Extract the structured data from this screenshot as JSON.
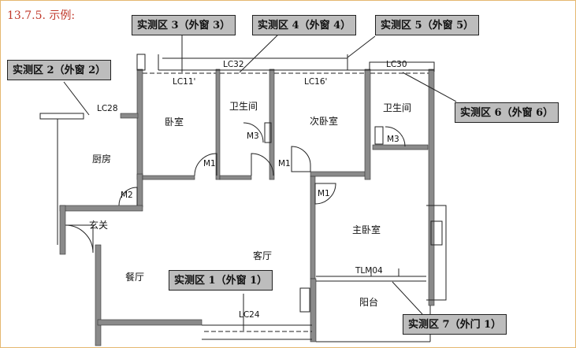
{
  "heading": "13.7.5. 示例:",
  "rooms": {
    "bedroom": "卧室",
    "bath1": "卫生间",
    "second_bedroom": "次卧室",
    "bath2": "卫生间",
    "kitchen": "厨房",
    "entrance": "玄关",
    "living": "客厅",
    "dining": "餐厅",
    "master_bedroom": "主卧室",
    "balcony": "阳台"
  },
  "codes": {
    "lc28": "LC28",
    "lc11": "LC11'",
    "lc32": "LC32",
    "lc16": "LC16'",
    "lc30": "LC30",
    "lc24": "LC24",
    "tlm04": "TLM04",
    "m1_a": "M1",
    "m1_b": "M1",
    "m1_c": "M1",
    "m2": "M2",
    "m3_a": "M3",
    "m3_b": "M3"
  },
  "callouts": {
    "zone1": "实测区 1（外窗 1）",
    "zone2": "实测区 2（外窗 2）",
    "zone3": "实测区 3（外窗 3）",
    "zone4": "实测区 4（外窗 4）",
    "zone5": "实测区 5（外窗 5）",
    "zone6": "实测区 6（外窗 6）",
    "zone7": "实测区 7（外门 1）"
  },
  "colors": {
    "wall": "#8a8a8a",
    "callout_fill": "#bdbdbd",
    "heading": "#c0392b",
    "frame": "#e5b870"
  }
}
